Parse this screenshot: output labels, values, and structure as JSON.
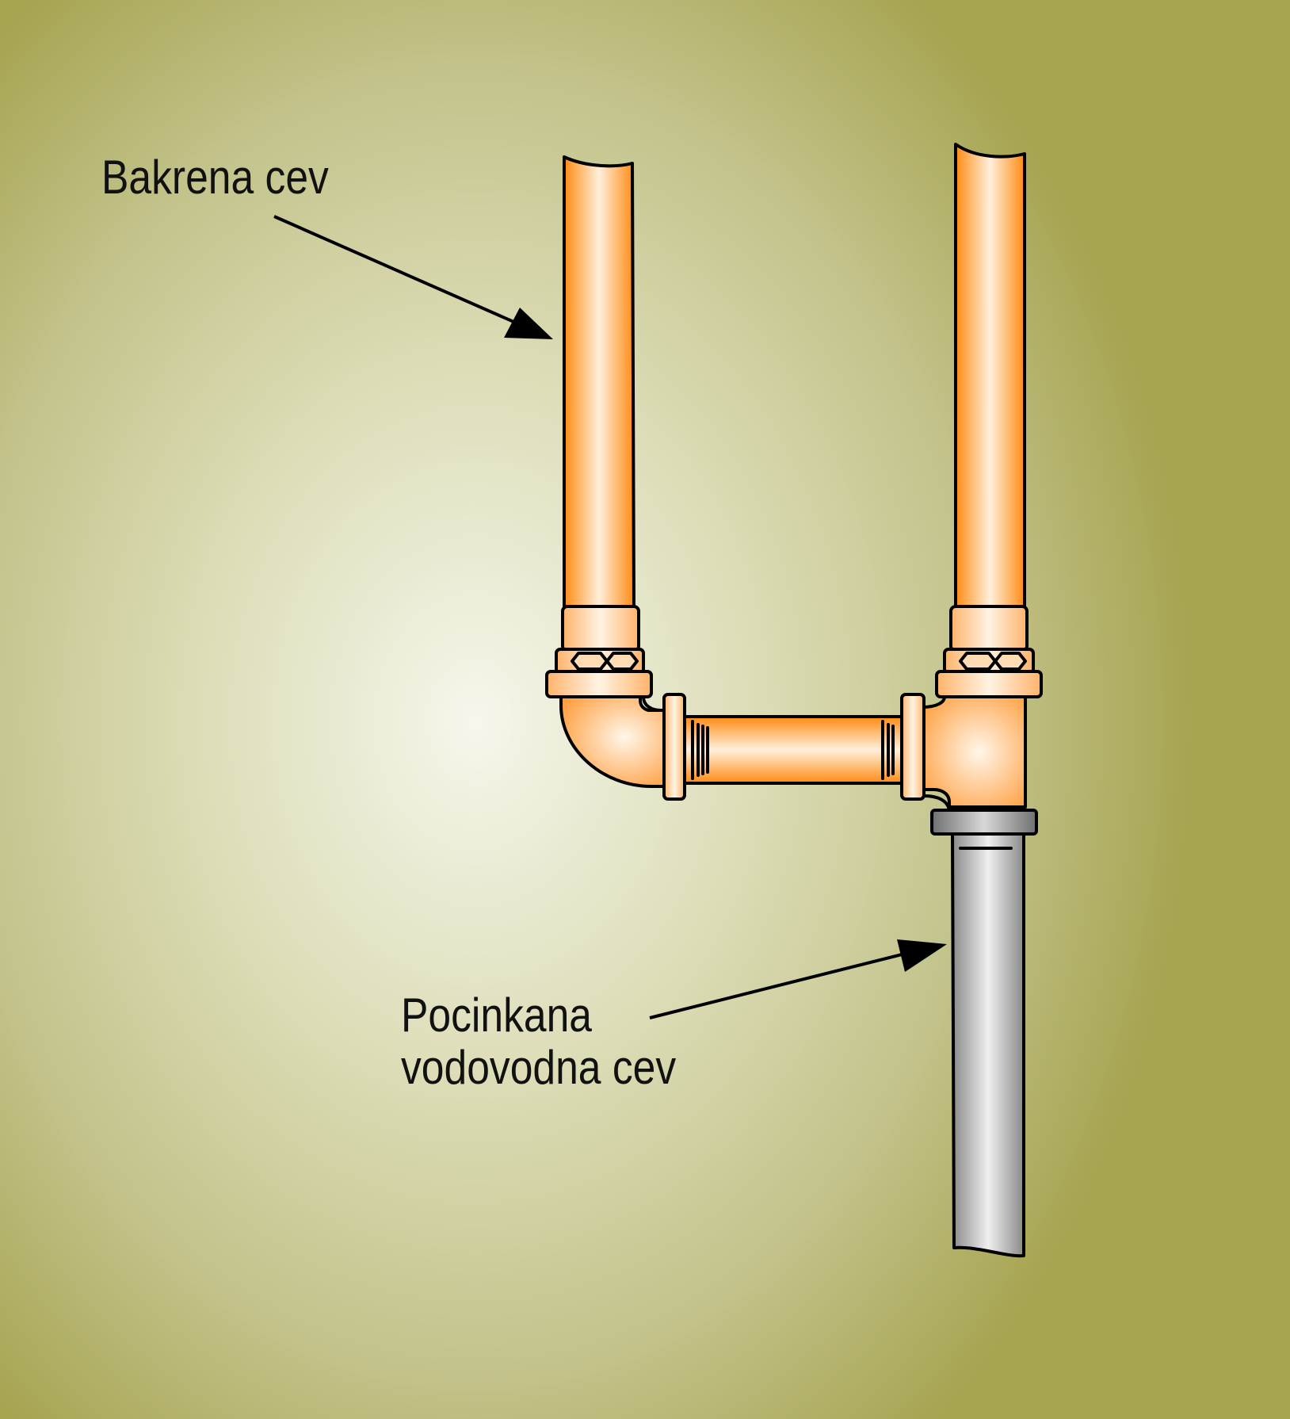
{
  "labels": {
    "copper_pipe": "Bakrena cev",
    "galvanized_pipe_line1": "Pocinkana",
    "galvanized_pipe_line2": "vodovodna cev"
  },
  "colors": {
    "background_center": "#f6f6ec",
    "background_edge": "#a7a552",
    "copper_dark": "#ff8a12",
    "copper_light": "#fff0dc",
    "fitting": "#ffcc99",
    "galvanized_dark": "#8a8a8a",
    "galvanized_light": "#efefef",
    "outline": "#000000"
  }
}
